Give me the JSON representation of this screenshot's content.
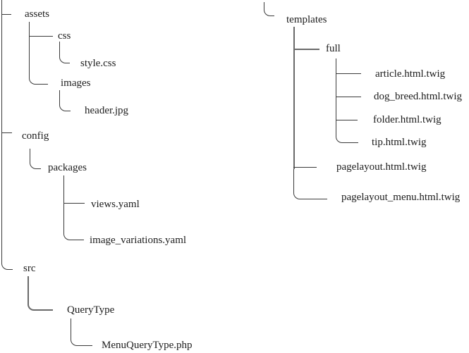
{
  "diagram": {
    "kind": "file-tree",
    "colors": {
      "background": "#ffffff",
      "line": "#3a3a3a",
      "line_secondary": "#696969",
      "text": "#1c1c1c"
    }
  },
  "left_tree": {
    "nodes": [
      {
        "label": "assets",
        "children": [
          {
            "label": "css",
            "children": [
              {
                "label": "style.css"
              }
            ]
          },
          {
            "label": "images",
            "children": [
              {
                "label": "header.jpg"
              }
            ]
          }
        ]
      },
      {
        "label": "config",
        "children": [
          {
            "label": "packages",
            "children": [
              {
                "label": "views.yaml"
              },
              {
                "label": "image_variations.yaml"
              }
            ]
          }
        ]
      },
      {
        "label": "src",
        "children": [
          {
            "label": "QueryType",
            "children": [
              {
                "label": "MenuQueryType.php"
              }
            ]
          }
        ]
      }
    ]
  },
  "right_tree": {
    "nodes": [
      {
        "label": "templates",
        "children": [
          {
            "label": "full",
            "children": [
              {
                "label": "article.html.twig"
              },
              {
                "label": "dog_breed.html.twig"
              },
              {
                "label": "folder.html.twig"
              },
              {
                "label": "tip.html.twig"
              }
            ]
          },
          {
            "label": "pagelayout.html.twig"
          },
          {
            "label": "pagelayout_menu.html.twig"
          }
        ]
      }
    ]
  }
}
